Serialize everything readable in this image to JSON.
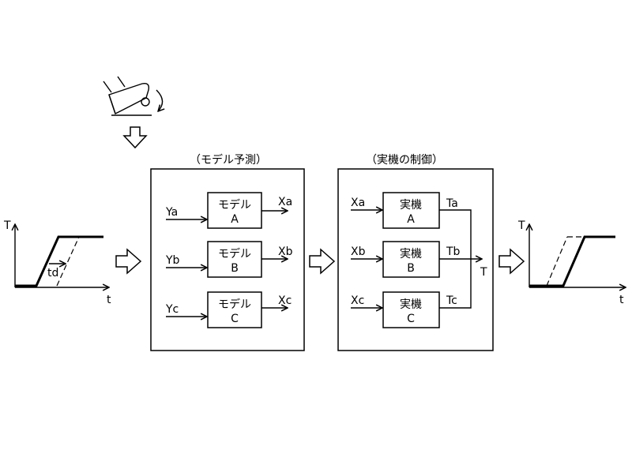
{
  "model_panel": {
    "title": "（モデル予測）",
    "rows": [
      {
        "input": "Ya",
        "block_line1": "モデル",
        "block_line2": "A",
        "output": "Xa"
      },
      {
        "input": "Yb",
        "block_line1": "モデル",
        "block_line2": "B",
        "output": "Xb"
      },
      {
        "input": "Yc",
        "block_line1": "モデル",
        "block_line2": "C",
        "output": "Xc"
      }
    ]
  },
  "machine_panel": {
    "title": "（実機の制御）",
    "rows": [
      {
        "input": "Xa",
        "block_line1": "実機",
        "block_line2": "A",
        "output": "Ta"
      },
      {
        "input": "Xb",
        "block_line1": "実機",
        "block_line2": "B",
        "output": "Tb"
      },
      {
        "input": "Xc",
        "block_line1": "実機",
        "block_line2": "C",
        "output": "Tc"
      }
    ],
    "combined_output": "T"
  },
  "left_graph": {
    "y_axis": "T",
    "x_axis": "t",
    "delay_label": "td"
  },
  "right_graph": {
    "y_axis": "T",
    "x_axis": "t"
  },
  "icons": {
    "device": "rotating-device-icon",
    "arrows": "hollow-arrow-icon"
  }
}
